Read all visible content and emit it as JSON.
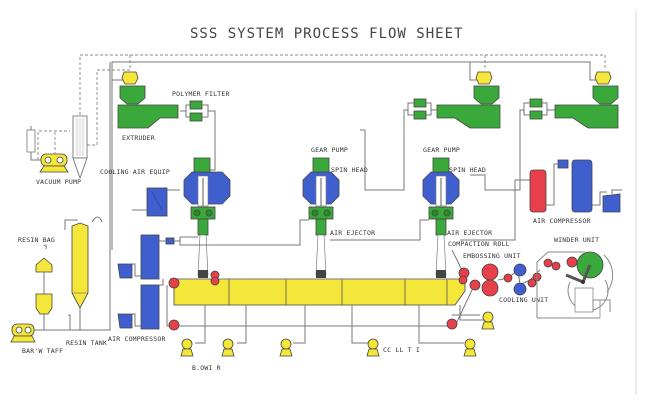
{
  "title": "SSS SYSTEM PROCESS FLOW SHEET",
  "colors": {
    "extruder": "#3aa83a",
    "cooling_blue": "#3f5fcf",
    "yellow": "#f5e63a",
    "red": "#e8404a",
    "pipe": "#777777"
  },
  "labels": {
    "vacuum_pump": "VACUUM PUMP",
    "extruder": "EXTRUDER",
    "polymer_filter": "POLYMER FILTER",
    "cooling_air_equip": "COOLING AIR EQUIP",
    "gear_pump_1": "GEAR PUMP",
    "gear_pump_2": "GEAR PUMP",
    "spin_head_1": "SPIN HEAD",
    "spin_head_2": "SPIN HEAD",
    "air_ejector_1": "AIR EJECTOR",
    "air_ejector_2": "AIR EJECTOR",
    "air_compressor_right": "AIR COMPRESSOR",
    "compaction_roll": "COMPACTION ROLL",
    "embossing_unit": "EMBOSSING UNIT",
    "winder_unit": "WINDER UNIT",
    "cooling_unit": "COOLING UNIT",
    "resin_bag": "RESIN BAG",
    "resin_tank": "RESIN TANK",
    "barrow_tank": "BAR'W TAFF",
    "air_compressor_left": "AIR COMPRESSOR",
    "blower": "B.OWI R",
    "collector": "CC LL T I"
  }
}
